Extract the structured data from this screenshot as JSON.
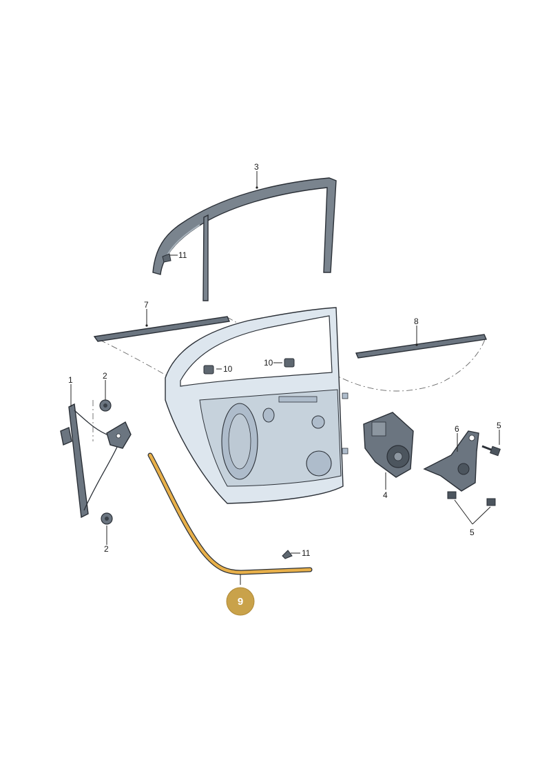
{
  "labels": {
    "window_regulator": "1",
    "nut_top": "2",
    "nut_bottom": "2",
    "window_channel": "3",
    "motor": "4",
    "bolt_top": "5",
    "bolt_bottom": "5",
    "bracket": "6",
    "inner_strip": "7",
    "outer_strip": "8",
    "door_seal": "9",
    "clip_left": "10",
    "clip_right": "10",
    "clip_channel": "11",
    "clip_bottom": "11"
  },
  "colors": {
    "highlight_part": "#e8b04a",
    "highlight_badge": "#c9a24a",
    "door_fill": "#dde6ee",
    "part_fill": "#6b7580",
    "line": "#2a2f36"
  }
}
